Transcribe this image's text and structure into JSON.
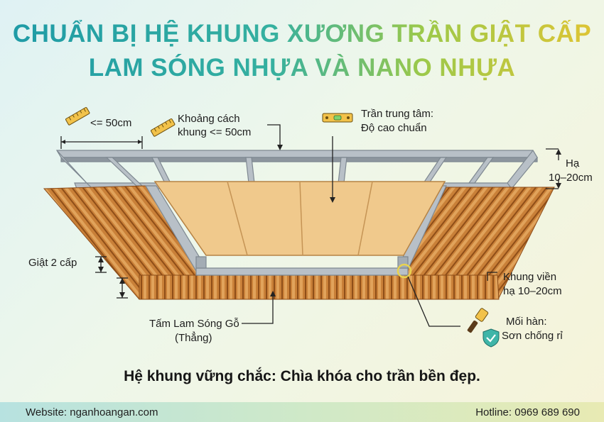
{
  "title": {
    "line1": "CHUẨN BỊ HỆ KHUNG XƯƠNG TRẦN GIẬT CẤP",
    "line2": "LAM SÓNG NHỰA VÀ NANO NHỰA"
  },
  "labels": {
    "spacing_small": "<= 50cm",
    "frame_spacing_line1": "Khoảng cách",
    "frame_spacing_line2": "khung <= 50cm",
    "center_ceiling_line1": "Trần trung tâm:",
    "center_ceiling_line2": "Độ cao chuẩn",
    "drop_line1": "Hạ",
    "drop_line2": "10–20cm",
    "two_step": "Giật 2 cấp",
    "border_frame_line1": "Khung viền",
    "border_frame_line2": "hạ 10–20cm",
    "wood_panel_line1": "Tấm Lam Sóng Gỗ",
    "wood_panel_line2": "(Thẳng)",
    "weld_line1": "Mối hàn:",
    "weld_line2": "Sơn chống rỉ"
  },
  "caption": "Hệ khung vững chắc: Chìa khóa cho trần bền đẹp.",
  "footer": {
    "website": "Website: nganhoangan.com",
    "hotline": "Hotline: 0969 689 690"
  },
  "icons": [
    "ruler-icon",
    "ruler-icon",
    "level-icon",
    "paintbrush-icon",
    "shield-icon"
  ],
  "colors": {
    "title_start": "#1e9aa6",
    "title_end": "#e2c433",
    "wood": "#c9803a",
    "center_panel": "#f0c98c",
    "steel": "#a9b2ba"
  }
}
